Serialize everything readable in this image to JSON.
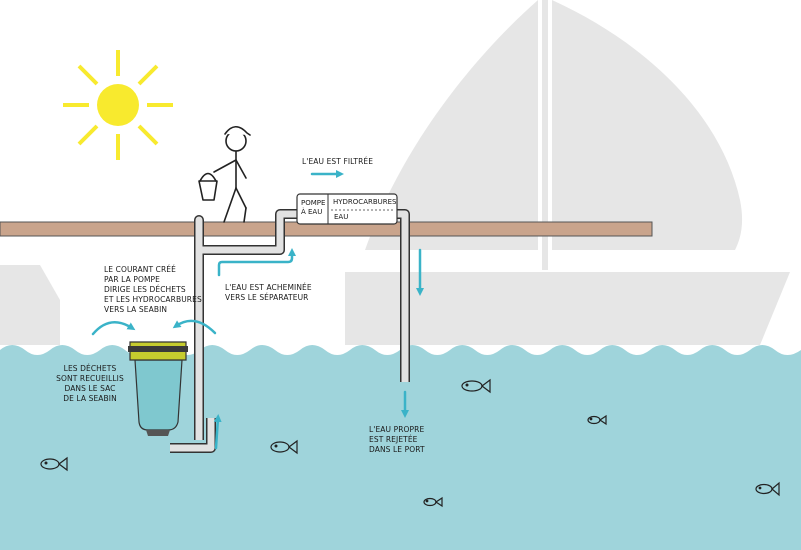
{
  "colors": {
    "water": "#9fd4db",
    "water_line": "#8ccbd3",
    "dock": "#c9a48c",
    "pipe": "#e2e2e2",
    "arrow": "#3ab3c8",
    "sun": "#f8ea2e",
    "boat": "#e6e6e6",
    "bin_lid": "#3a3a3a",
    "bin_green": "#c6cc2e",
    "bin_body": "#7fc8cf"
  },
  "labels": {
    "filtered": "L'EAU EST FILTRÉE",
    "current": "LE COURANT CRÉÉ\nPAR LA POMPE\nDIRIGE LES DÉCHETS\nET LES HYDROCARBURES\nVERS LA SEABIN",
    "routed": "L'EAU EST ACHEMINÉE\nVERS LE SÉPARATEUR",
    "waste": "LES DÉCHETS\nSONT RECUEILLIS\nDANS LE SAC\nDE LA SEABIN",
    "clean": "L'EAU PROPRE\nEST REJETÉE\nDANS LE PORT"
  },
  "separator": {
    "pump_label": "POMPE\nÀ EAU",
    "hydrocarbons_label": "HYDROCARBURES",
    "water_label": "EAU"
  },
  "icons": {
    "sun": "sun-icon",
    "sailboat": "sailboat-icon",
    "person": "person-icon",
    "fish": "fish-icon",
    "arrow": "arrow-icon"
  }
}
